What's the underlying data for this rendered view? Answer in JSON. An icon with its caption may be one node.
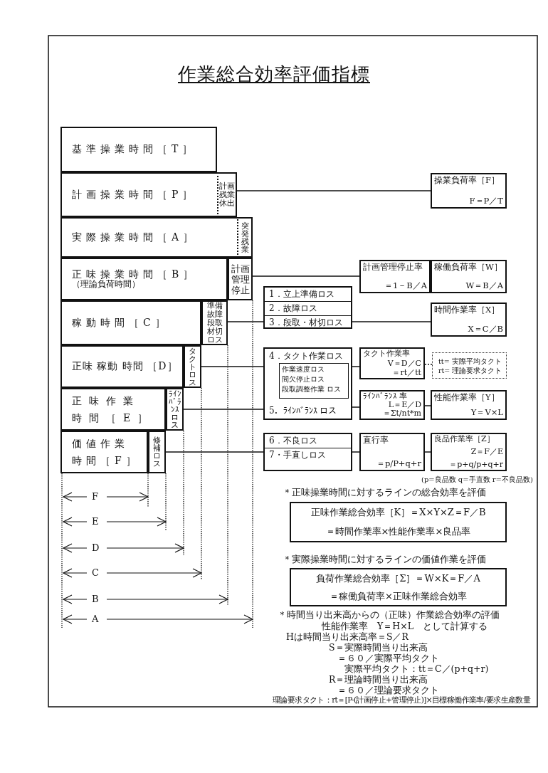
{
  "diagram": {
    "title": "作業総合効率評価指標",
    "nodes": [
      {
        "text": [
          "基準操業時間［T］"
        ]
      },
      {
        "text": [
          "計画操業時間［P］"
        ]
      },
      {
        "text": [
          "計画残業休出"
        ]
      },
      {
        "text": [
          "操業負荷率［F］",
          "F＝P／T"
        ]
      },
      {
        "text": [
          "実際操業時間［A］"
        ]
      },
      {
        "text": [
          "突発残業"
        ]
      },
      {
        "text": [
          "正味操業時間［B］",
          "（理論負荷時間）"
        ]
      },
      {
        "text": [
          "計画管理停止"
        ]
      },
      {
        "text": [
          "計画管理停止率",
          "＝1－B／A"
        ]
      },
      {
        "text": [
          "稼働負荷率［W］",
          "W＝B／A"
        ]
      },
      {
        "text": [
          "1．立上準備ロス",
          "2．故障ロス",
          "3．段取・材切ロス"
        ]
      },
      {
        "text": [
          "稼動時間［C］"
        ]
      },
      {
        "text": [
          "準備故障段取材切ロス"
        ]
      },
      {
        "text": [
          "時間作業率［X］",
          "X＝C／B"
        ]
      },
      {
        "text": [
          "正味 稼動 時間 ［D］"
        ]
      },
      {
        "text": [
          "タクトロス"
        ]
      },
      {
        "text": [
          "4．タクト作業ロス",
          "5．ﾗｲﾝﾊﾞﾗﾝｽ ロス"
        ]
      },
      {
        "text": [
          "作業速度ロス",
          "間欠停止ロス",
          "段取調整作業 ロス"
        ],
        "in": 16
      },
      {
        "text": [
          "タクト作業率",
          "V＝D／C",
          "＝rt／tt"
        ]
      },
      {
        "text": [
          "tt= 実際平均タクト",
          "rt= 理論要求タクト"
        ]
      },
      {
        "text": [
          "正味作業時間［E］"
        ]
      },
      {
        "text": [
          "ﾗｲﾝﾊﾞﾗﾝｽロス"
        ]
      },
      {
        "text": [
          "ﾗｲﾝﾊﾞﾗﾝｽ 率",
          "L＝E／D",
          "＝Σt/nt*m"
        ]
      },
      {
        "text": [
          "性能作業率［Y］",
          "Y＝V×L"
        ]
      },
      {
        "text": [
          "価値作業時間［F］"
        ]
      },
      {
        "text": [
          "修補ロス"
        ]
      },
      {
        "text": [
          "6．不良ロス",
          "7・手直しロス"
        ]
      },
      {
        "text": [
          "直行率",
          "＝p/P+q+r"
        ]
      },
      {
        "text": [
          "良品作業率［Z］",
          "Z＝F／E",
          "＝p+q/p+q+r"
        ]
      },
      {
        "text": [
          "正味作業総合効率［K］＝X×Y×Z＝F／B",
          "＝時間作業率×性能作業率×良品率"
        ]
      },
      {
        "text": [
          "負荷作業総合効率［Σ］＝W×K＝F／A",
          "＝稼働負荷率×正味作業総合効率"
        ]
      }
    ],
    "edges": [
      {
        "from": 2,
        "to": 3,
        "arrow": "none"
      },
      {
        "from": 7,
        "to": 8,
        "arrow": "none"
      },
      {
        "from": 12,
        "to": 10,
        "arrow": "none"
      },
      {
        "from": 10,
        "to": 13,
        "arrow": "none"
      },
      {
        "from": 15,
        "to": 16,
        "arrow": "none"
      },
      {
        "from": 16,
        "to": 18,
        "arrow": "none"
      },
      {
        "from": 18,
        "to": 19,
        "arrow": "none",
        "style": "dashed"
      },
      {
        "from": 21,
        "to": 16,
        "arrow": "none"
      },
      {
        "from": 16,
        "to": 22,
        "arrow": "none"
      },
      {
        "from": 22,
        "to": 23,
        "arrow": "none"
      },
      {
        "from": 25,
        "to": 26,
        "arrow": "none"
      },
      {
        "from": 26,
        "to": 27,
        "arrow": "none"
      },
      {
        "from": 27,
        "to": 28,
        "arrow": "none"
      }
    ],
    "labels": [
      "F",
      "E",
      "D",
      "C",
      "B",
      "A",
      "(p=良品数 q=手直数 r=不良品数)",
      "＊正味操業時間に対するラインの総合効率を評価",
      "＊実際操業時間に対するラインの価値作業を評価",
      "＊時間当り出来高からの（正味）作業総合効率の評価",
      "性能作業率　Y＝H×L　として計算する",
      "Hは時間当り出来高率＝S／R",
      "S＝実際時間当り出来高",
      "＝６０／実際平均タクト",
      "実際平均タクト：tt＝C／(p+q+r)",
      "R＝理論時間当り出来高",
      "＝６０／理論要求タクト",
      "理論要求タクト：rt＝[P-(計画停止+管理停止)]×目標稼働作業率/要求生産数量"
    ]
  }
}
